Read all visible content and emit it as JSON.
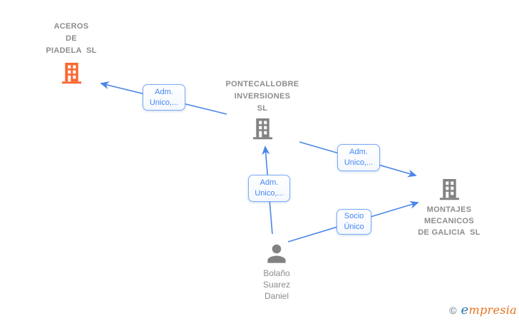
{
  "nodes": {
    "aceros": {
      "name_lines": [
        "ACEROS",
        "DE",
        "PIADELA  SL"
      ]
    },
    "pontecallobre": {
      "name_lines": [
        "PONTECALLOBRE",
        "INVERSIONES",
        "SL"
      ]
    },
    "montajes": {
      "name_lines": [
        "MONTAJES",
        "MECANICOS",
        "DE GALICIA  SL"
      ]
    },
    "person": {
      "name_lines": [
        "Bolaño",
        "Suarez",
        "Daniel"
      ]
    }
  },
  "edges": [
    {
      "from": "pontecallobre",
      "to": "aceros",
      "label_lines": [
        "Adm.",
        "Unico,..."
      ]
    },
    {
      "from": "pontecallobre",
      "to": "montajes",
      "label_lines": [
        "Adm.",
        "Unico,..."
      ]
    },
    {
      "from": "person",
      "to": "pontecallobre",
      "label_lines": [
        "Adm.",
        "Unico,..."
      ]
    },
    {
      "from": "person",
      "to": "montajes",
      "label_lines": [
        "Socio",
        "Único"
      ]
    }
  ],
  "footer": {
    "copyright_symbol": "©",
    "brand_first_letter": "e",
    "brand_rest": "mpresia"
  },
  "colors": {
    "edge_blue": "#4a86e8",
    "label_border_blue": "#7baaf7",
    "label_text_blue": "#4285f4",
    "company_icon_orange": "#fa6832",
    "icon_gray": "#828282",
    "node_text_gray": "#8c8c8c",
    "brand_blue": "#2a7ab0",
    "brand_orange": "#e8721c",
    "copyright_gray": "#5a7a8a"
  }
}
